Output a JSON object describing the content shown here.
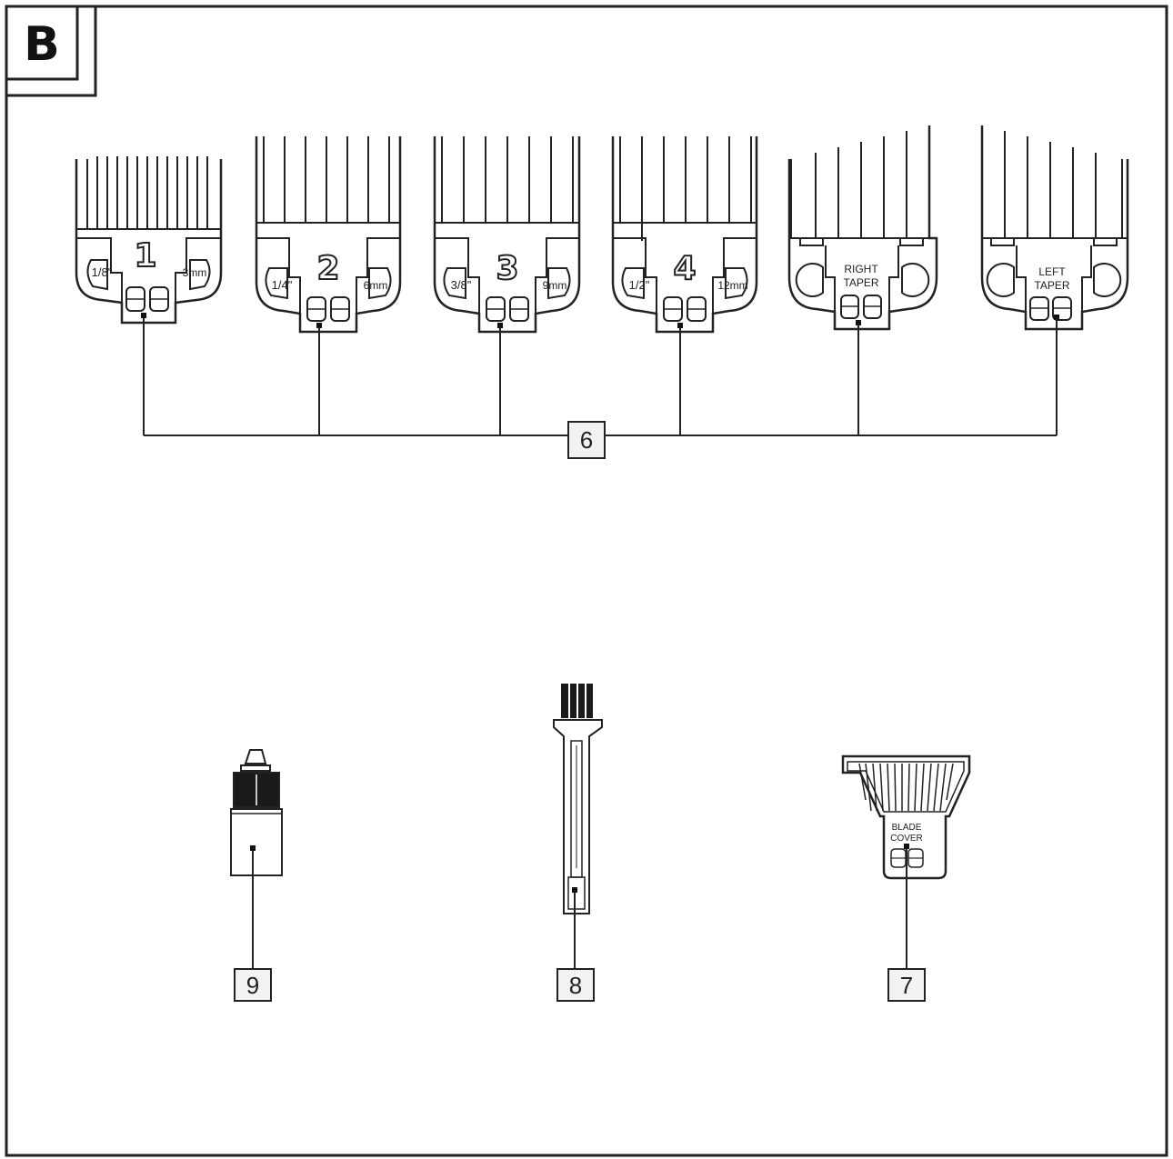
{
  "section_letter": "B",
  "guards": [
    {
      "number": "1",
      "left": "1/8\"",
      "right": "3mm"
    },
    {
      "number": "2",
      "left": "1/4\"",
      "right": "6mm"
    },
    {
      "number": "3",
      "left": "3/8\"",
      "right": "9mm"
    },
    {
      "number": "4",
      "left": "1/2\"",
      "right": "12mm"
    }
  ],
  "tapers": [
    {
      "line1": "RIGHT",
      "line2": "TAPER"
    },
    {
      "line1": "LEFT",
      "line2": "TAPER"
    }
  ],
  "blade_cover": {
    "line1": "BLADE",
    "line2": "COVER"
  },
  "callouts": {
    "guards": "6",
    "blade_cover": "7",
    "brush": "8",
    "oil": "9"
  }
}
